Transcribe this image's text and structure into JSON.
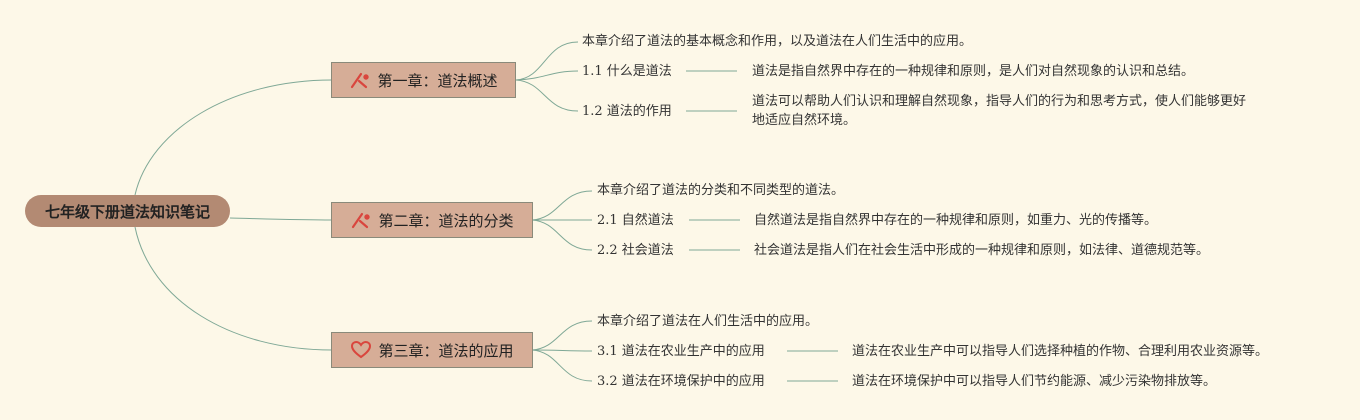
{
  "root": {
    "title": "七年级下册道法知识笔记"
  },
  "chapters": [
    {
      "title": "第一章：道法概述",
      "icon": "tools-icon",
      "summary": "本章介绍了道法的基本概念和作用，以及道法在人们生活中的应用。",
      "sections": [
        {
          "title": "1.1 什么是道法",
          "detail": "道法是指自然界中存在的一种规律和原则，是人们对自然现象的认识和总结。"
        },
        {
          "title": "1.2 道法的作用",
          "detail": "道法可以帮助人们认识和理解自然现象，指导人们的行为和思考方式，使人们能够更好地适应自然环境。"
        }
      ]
    },
    {
      "title": "第二章：道法的分类",
      "icon": "tools-icon",
      "summary": "本章介绍了道法的分类和不同类型的道法。",
      "sections": [
        {
          "title": "2.1 自然道法",
          "detail": "自然道法是指自然界中存在的一种规律和原则，如重力、光的传播等。"
        },
        {
          "title": "2.2 社会道法",
          "detail": "社会道法是指人们在社会生活中形成的一种规律和原则，如法律、道德规范等。"
        }
      ]
    },
    {
      "title": "第三章：道法的应用",
      "icon": "heart-icon",
      "summary": "本章介绍了道法在人们生活中的应用。",
      "sections": [
        {
          "title": "3.1 道法在农业生产中的应用",
          "detail": "道法在农业生产中可以指导人们选择种植的作物、合理利用农业资源等。"
        },
        {
          "title": "3.2 道法在环境保护中的应用",
          "detail": "道法在环境保护中可以指导人们节约能源、减少污染物排放等。"
        }
      ]
    }
  ],
  "colors": {
    "line": "#7fa896",
    "root": "#b38a73",
    "chapter": "#d6ad97",
    "background": "#fdf8e8",
    "icon": "#d9463e"
  }
}
